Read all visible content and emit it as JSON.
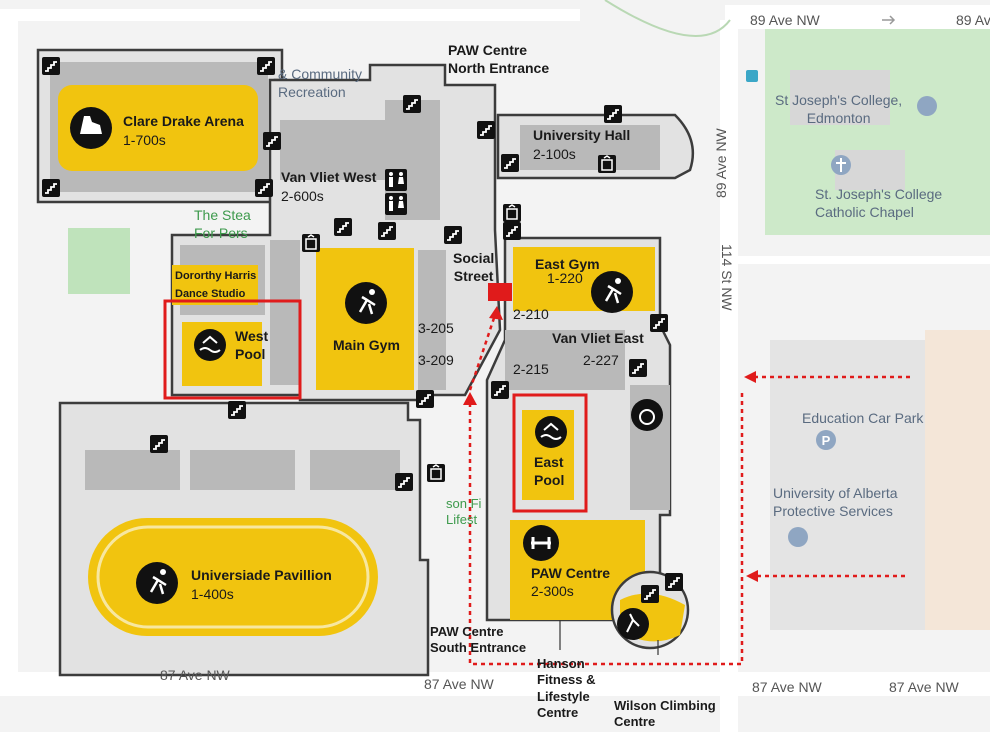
{
  "streets": {
    "ave89_a": "89 Ave NW",
    "ave89_b": "89 Ave NW",
    "ave89_vertical": "89 Ave NW",
    "st114": "114 St NW",
    "ave87_a": "87 Ave NW",
    "ave87_b": "87 Ave NW",
    "ave87_c": "87 Ave NW",
    "ave87_d": "87 Ave NW"
  },
  "pois": {
    "community_recreation": "& Community\nRecreation",
    "st_josephs_college": "St Joseph's College,\nEdmonton",
    "st_josephs_chapel": "St. Joseph's College\nCatholic Chapel",
    "education_car_park": "Education Car Park",
    "ua_protective": "University of Alberta\nProtective Services",
    "the_steadward": "The Stea\nFor Pers",
    "hanson_partial": "son Fi\nLifest"
  },
  "facilities": {
    "clare_drake": {
      "name": "Clare Drake Arena",
      "room": "1-700s"
    },
    "van_vliet_west": {
      "name": "Van Vliet West",
      "room": "2-600s"
    },
    "dorothy_harris": {
      "name": "Dororthy Harris\nDance Studio"
    },
    "west_pool": {
      "name": "West\nPool"
    },
    "main_gym": {
      "name": "Main Gym"
    },
    "room_3_205": "3-205",
    "room_3_209": "3-209",
    "paw_north": "PAW Centre\nNorth Entrance",
    "university_hall": {
      "name": "University Hall",
      "room": "2-100s"
    },
    "social_street": "Social\nStreet",
    "east_gym": {
      "name": "East Gym",
      "room": "1-220"
    },
    "room_2_210": "2-210",
    "van_vliet_east": {
      "name": "Van Vliet East",
      "room": "2-227"
    },
    "room_2_215": "2-215",
    "east_pool": {
      "name": "East\nPool"
    },
    "universiade": {
      "name": "Universiade Pavillion",
      "room": "1-400s"
    },
    "paw_centre": {
      "name": "PAW Centre",
      "room": "2-300s"
    },
    "paw_south": "PAW Centre\nSouth Entrance",
    "hanson": "Hanson\nFitness &\nLifestyle\nCentre",
    "wilson": "Wilson Climbing\nCentre"
  },
  "colors": {
    "building": "#e5e5e5",
    "wing": "#b8b8b8",
    "facility": "#f1c40f",
    "outline": "#3c3c3c",
    "highlight": "#e01b1b",
    "road": "#ffffff",
    "park": "#cde9c9"
  }
}
